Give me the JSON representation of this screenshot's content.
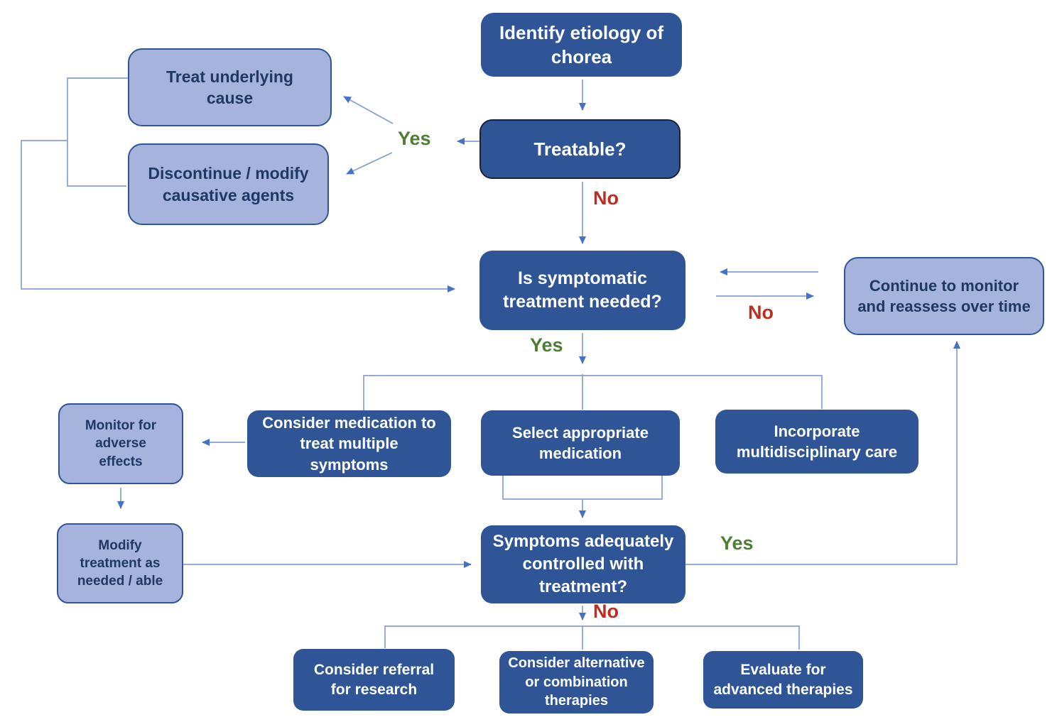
{
  "diagram": {
    "type": "flowchart",
    "colors": {
      "dark_box_fill": "#2F5597",
      "dark_box_text": "#FFFFFF",
      "light_box_fill": "#A6B4DD",
      "light_box_text": "#1F3864",
      "light_box_border": "#2F5597",
      "decision_box_border": "#1B2233",
      "connector_line": "#86A0D3",
      "arrowhead": "#4472C4",
      "yes_label_color": "#4E7E32",
      "no_label_color": "#B92F22"
    }
  },
  "nodes": {
    "identify_etiology": {
      "label": "Identify etiology of\nchorea"
    },
    "treatable": {
      "label": "Treatable?"
    },
    "treat_underlying": {
      "label": "Treat underlying\ncause"
    },
    "discontinue_modify": {
      "label": "Discontinue / modify\ncausative agents"
    },
    "symptomatic_needed": {
      "label": "Is symptomatic\ntreatment needed?"
    },
    "continue_monitor": {
      "label": "Continue to monitor\nand reassess over time"
    },
    "consider_medication": {
      "label": "Consider medication to\ntreat multiple\nsymptoms"
    },
    "select_medication": {
      "label": "Select appropriate\nmedication"
    },
    "incorporate_care": {
      "label": "Incorporate\nmultidisciplinary care"
    },
    "monitor_adverse": {
      "label": "Monitor for\nadverse\neffects"
    },
    "modify_treatment": {
      "label": "Modify\ntreatment as\nneeded / able"
    },
    "symptoms_controlled": {
      "label": "Symptoms adequately\ncontrolled with\ntreatment?"
    },
    "consider_referral": {
      "label": "Consider referral\nfor research"
    },
    "consider_alternative": {
      "label": "Consider alternative\nor combination\ntherapies"
    },
    "evaluate_advanced": {
      "label": "Evaluate for\nadvanced therapies"
    }
  },
  "edge_labels": {
    "treatable_yes": "Yes",
    "treatable_no": "No",
    "symptomatic_no": "No",
    "symptomatic_yes": "Yes",
    "controlled_yes": "Yes",
    "controlled_no": "No"
  }
}
